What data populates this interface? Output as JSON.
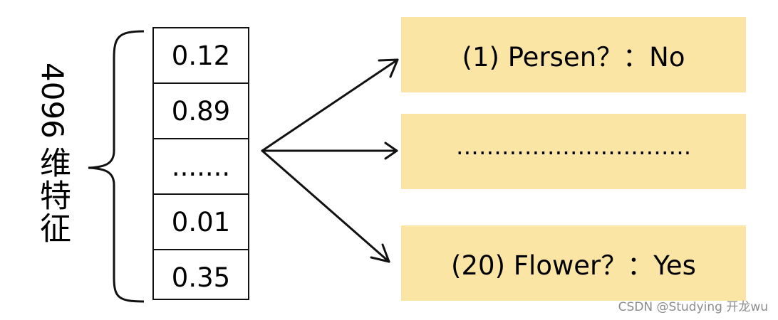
{
  "dimension_label": {
    "number": "4096",
    "cjk": "维特征"
  },
  "vector_values": [
    "0.12",
    "0.89",
    ".......",
    "0.01",
    "0.35"
  ],
  "outputs": [
    {
      "text": "(1) Persen？：No"
    },
    {
      "text": "…………………………."
    },
    {
      "text": "(20) Flower？：Yes"
    }
  ],
  "watermark": "CSDN @Studying 开龙wu"
}
